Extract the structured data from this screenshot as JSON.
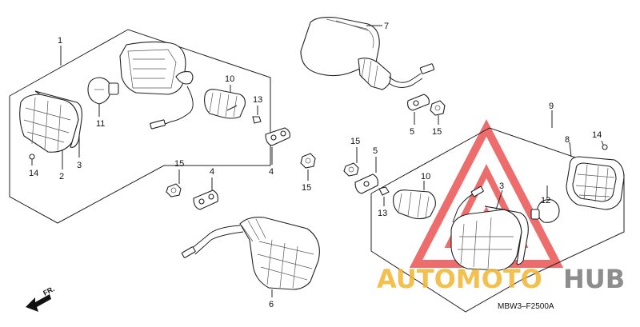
{
  "diagram": {
    "callouts": {
      "c1": "1",
      "c2": "2",
      "c3a": "3",
      "c3b": "3",
      "c4a": "4",
      "c4b": "4",
      "c5a": "5",
      "c5b": "5",
      "c6": "6",
      "c7": "7",
      "c8": "8",
      "c9": "9",
      "c10a": "10",
      "c10b": "10",
      "c11": "11",
      "c12": "12",
      "c13a": "13",
      "c13b": "13",
      "c14a": "14",
      "c14b": "14",
      "c15a": "15",
      "c15b": "15",
      "c15c": "15",
      "c15d": "15"
    },
    "front_arrow_label": "FR.",
    "diagram_code": "MBW3–F2500A"
  },
  "watermark": {
    "text_orange": "AUTOMOTO",
    "text_gray": "HUB",
    "color_orange": "#f2b632",
    "color_gray": "#7a7a7a",
    "color_red": "#e83b3b"
  }
}
